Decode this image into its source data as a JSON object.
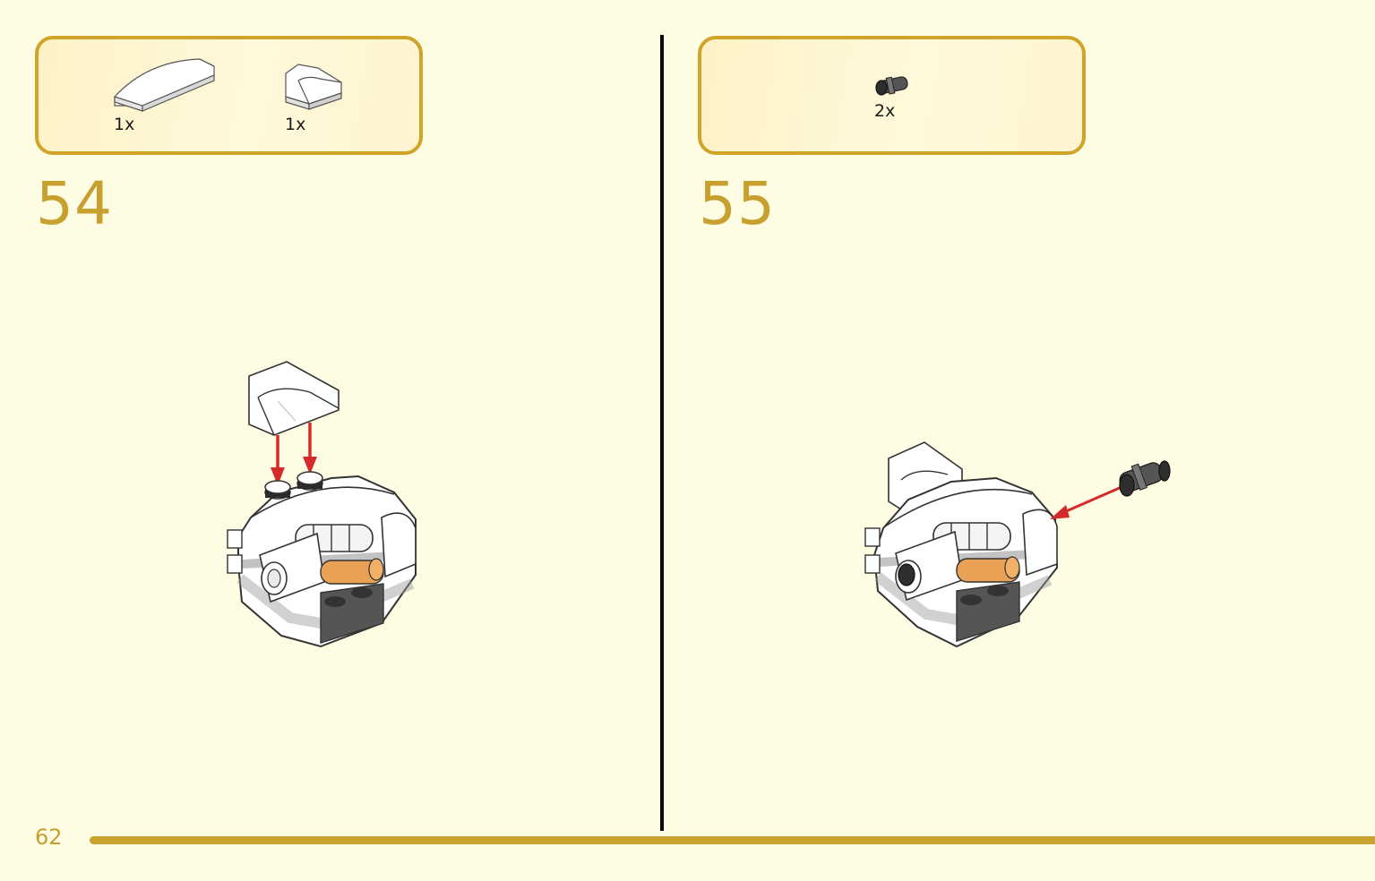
{
  "page_number": "62",
  "steps": [
    {
      "number": "54",
      "parts": [
        {
          "name": "curved-slope-white",
          "quantity": "1x"
        },
        {
          "name": "slope-brick-white",
          "quantity": "1x"
        }
      ]
    },
    {
      "number": "55",
      "parts": [
        {
          "name": "technic-pin-dark-gray",
          "quantity": "2x"
        }
      ]
    }
  ],
  "colors": {
    "background": "#fffce4",
    "accent_gold": "#c9a230",
    "arrow_red": "#d42a2a",
    "divider": "#0a0a0a"
  }
}
